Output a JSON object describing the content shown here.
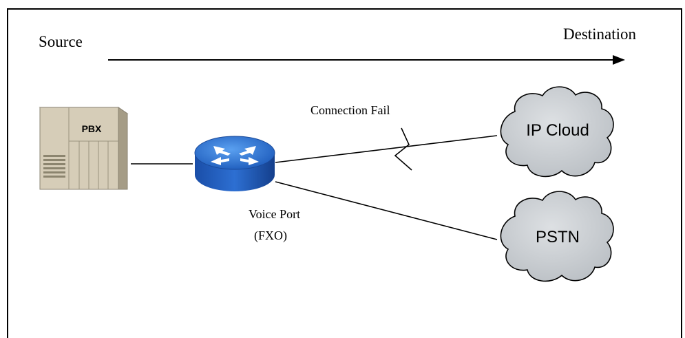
{
  "labels": {
    "source": "Source",
    "destination": "Destination",
    "connection_fail": "Connection Fail",
    "voice_port_line1": "Voice Port",
    "voice_port_line2": "(FXO)"
  },
  "devices": {
    "pbx": "PBX",
    "ip_cloud": "IP Cloud",
    "pstn": "PSTN"
  },
  "colors": {
    "pbx_face": "#d6cdb8",
    "router_blue": "#2e6fd0",
    "cloud_fill": "#c8ccd0"
  }
}
